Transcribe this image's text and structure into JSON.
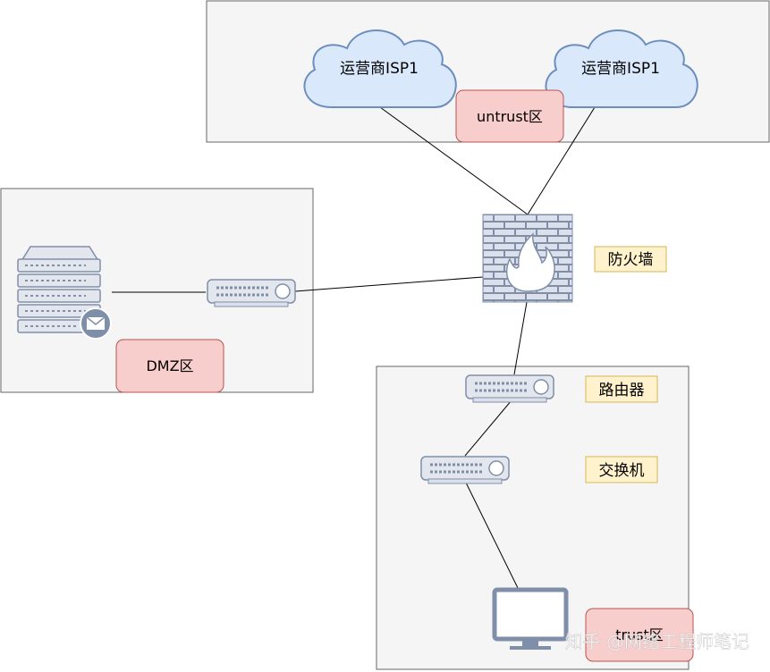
{
  "zones": {
    "untrust": {
      "label": "untrust区"
    },
    "dmz": {
      "label": "DMZ区"
    },
    "trust": {
      "label": "trust区"
    }
  },
  "clouds": [
    {
      "label": "运营商ISP1"
    },
    {
      "label": "运营商ISP1"
    }
  ],
  "devices": {
    "firewall": {
      "label": "防火墙"
    },
    "router": {
      "label": "路由器"
    },
    "switch": {
      "label": "交换机"
    }
  },
  "watermark": {
    "text": "知乎 @网络工程师笔记"
  },
  "colors": {
    "zone_fill": "#f5f5f5",
    "zone_border": "#666666",
    "tag_fill": "#f8cecc",
    "tag_border": "#b85450",
    "label_fill": "#fff2cc",
    "label_border": "#d6b656",
    "cloud_fill": "#dae8fc",
    "cloud_border": "#6c8ebf",
    "device_fill": "#e3e6ed",
    "device_border": "#7f8fa9"
  }
}
